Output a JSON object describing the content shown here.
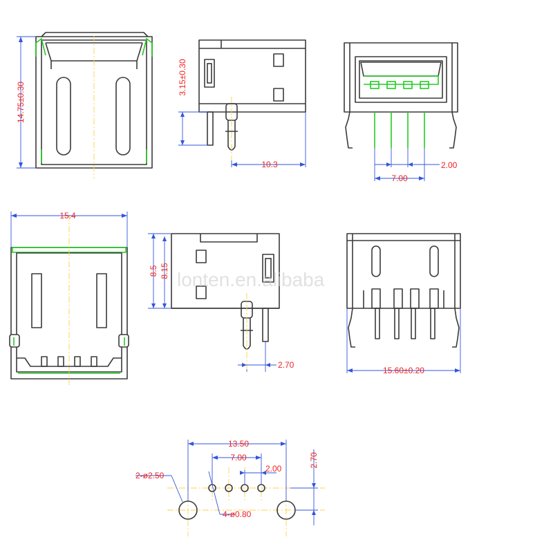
{
  "watermark": "lonten.en.alibaba",
  "dimensions": {
    "top_left_height": "14.75±0.30",
    "top_mid_height": "3.15±0.30",
    "top_mid_length": "10.3",
    "top_right_pitch": "2.00",
    "top_right_span": "7.00",
    "mid_left_width": "15.4",
    "mid_mid_height_a": "8.5",
    "mid_mid_height_b": "8.15",
    "mid_mid_offset": "2.70",
    "mid_right_width": "15.60±0.20",
    "pcb_width": "13.50",
    "pcb_span": "7.00",
    "pcb_pitch": "2.00",
    "pcb_height": "2.70",
    "pcb_big_hole": "2-ø2.50",
    "pcb_small_hole": "4-ø0.80"
  },
  "colors": {
    "outline": "#3a3a3a",
    "highlight": "#22cc22",
    "dimension_line": "#3355dd",
    "dimension_text": "#ee2222",
    "center_line": "#ffd24a"
  }
}
